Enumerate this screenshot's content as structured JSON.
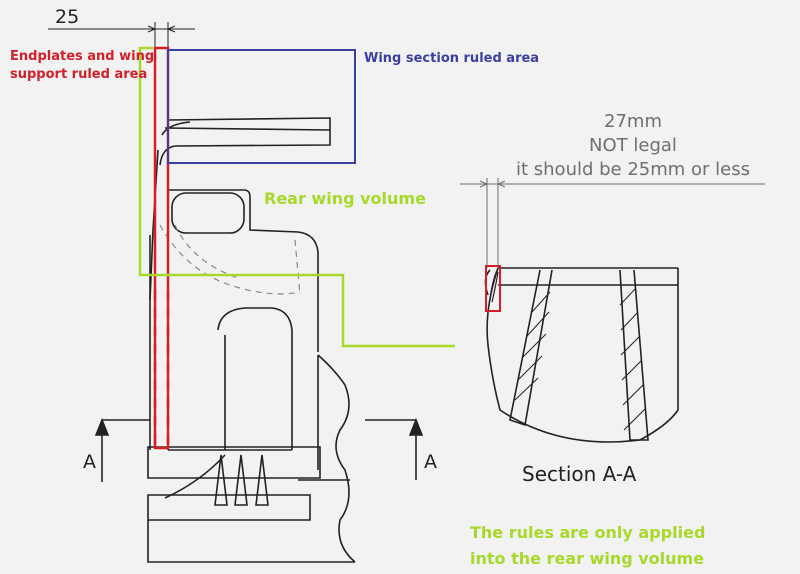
{
  "dimension_left": "25",
  "endplate_note": [
    "Endplates and wing",
    "support ruled area"
  ],
  "wing_section_note": "Wing section ruled area",
  "rear_wing_volume": "Rear wing volume",
  "dimension_right": [
    "27mm",
    "NOT legal",
    "it should be 25mm or less"
  ],
  "section_mark_left": "A",
  "section_mark_right": "A",
  "section_title": "Section A-A",
  "rules_note": [
    "The rules are only applied",
    "into the rear wing volume"
  ],
  "colors": {
    "red": "#d21f2a",
    "blue": "#3a3fa0",
    "green": "#a8d92a",
    "line": "#222222",
    "dim": "#6f6f6f"
  }
}
